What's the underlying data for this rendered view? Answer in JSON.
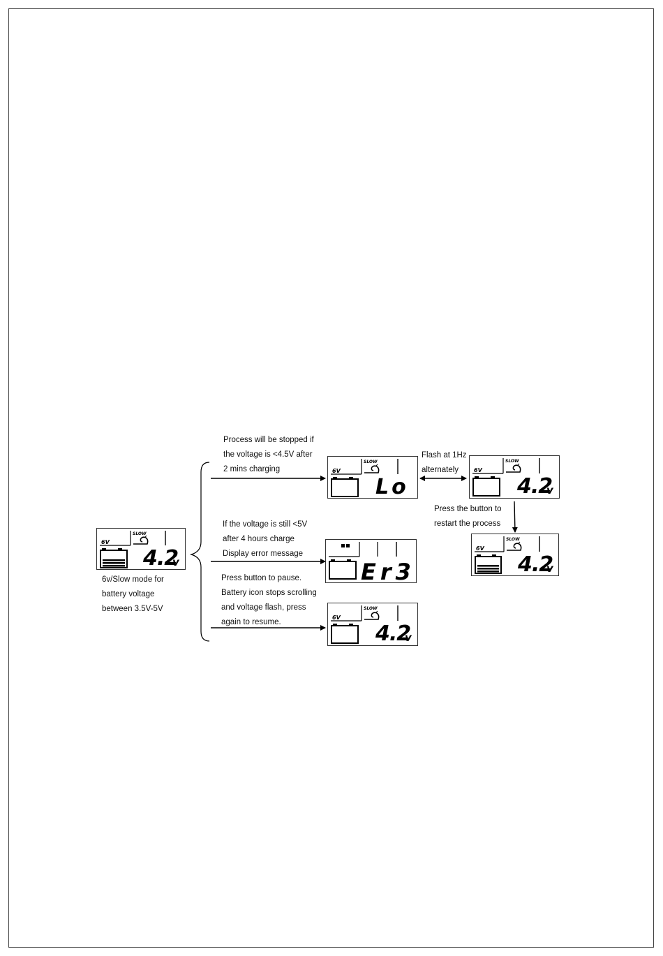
{
  "notes": {
    "main_mode": [
      "6v/Slow mode for",
      "battery voltage",
      "between 3.5V-5V"
    ],
    "stopped": [
      "Process will be stopped if",
      "the voltage is <4.5V after",
      "2 mins charging"
    ],
    "flash": [
      "Flash at 1Hz",
      "alternately"
    ],
    "restart": [
      "Press the button to",
      "restart the process"
    ],
    "error": [
      "If the voltage is still <5V",
      "after 4 hours charge",
      "Display error message"
    ],
    "pause": [
      "Press button to pause.",
      "Battery icon stops scrolling",
      "and voltage flash, press",
      "again to resume."
    ]
  },
  "displays": {
    "main": {
      "mode": "6V",
      "speed": "SLOW",
      "value": "4.2",
      "unit": "v"
    },
    "low": {
      "mode": "6V",
      "speed": "SLOW",
      "value": "Lo"
    },
    "alt": {
      "mode": "6V",
      "speed": "SLOW",
      "value": "4.2",
      "unit": "v"
    },
    "restart": {
      "mode": "6V",
      "speed": "SLOW",
      "value": "4.2",
      "unit": "v"
    },
    "error": {
      "value": "Er3"
    },
    "pause": {
      "mode": "6V",
      "speed": "SLOW",
      "value": "4.2",
      "unit": "v"
    }
  },
  "icons": {
    "battery": "battery-icon",
    "snail": "snail-icon",
    "brace": "curly-brace"
  }
}
